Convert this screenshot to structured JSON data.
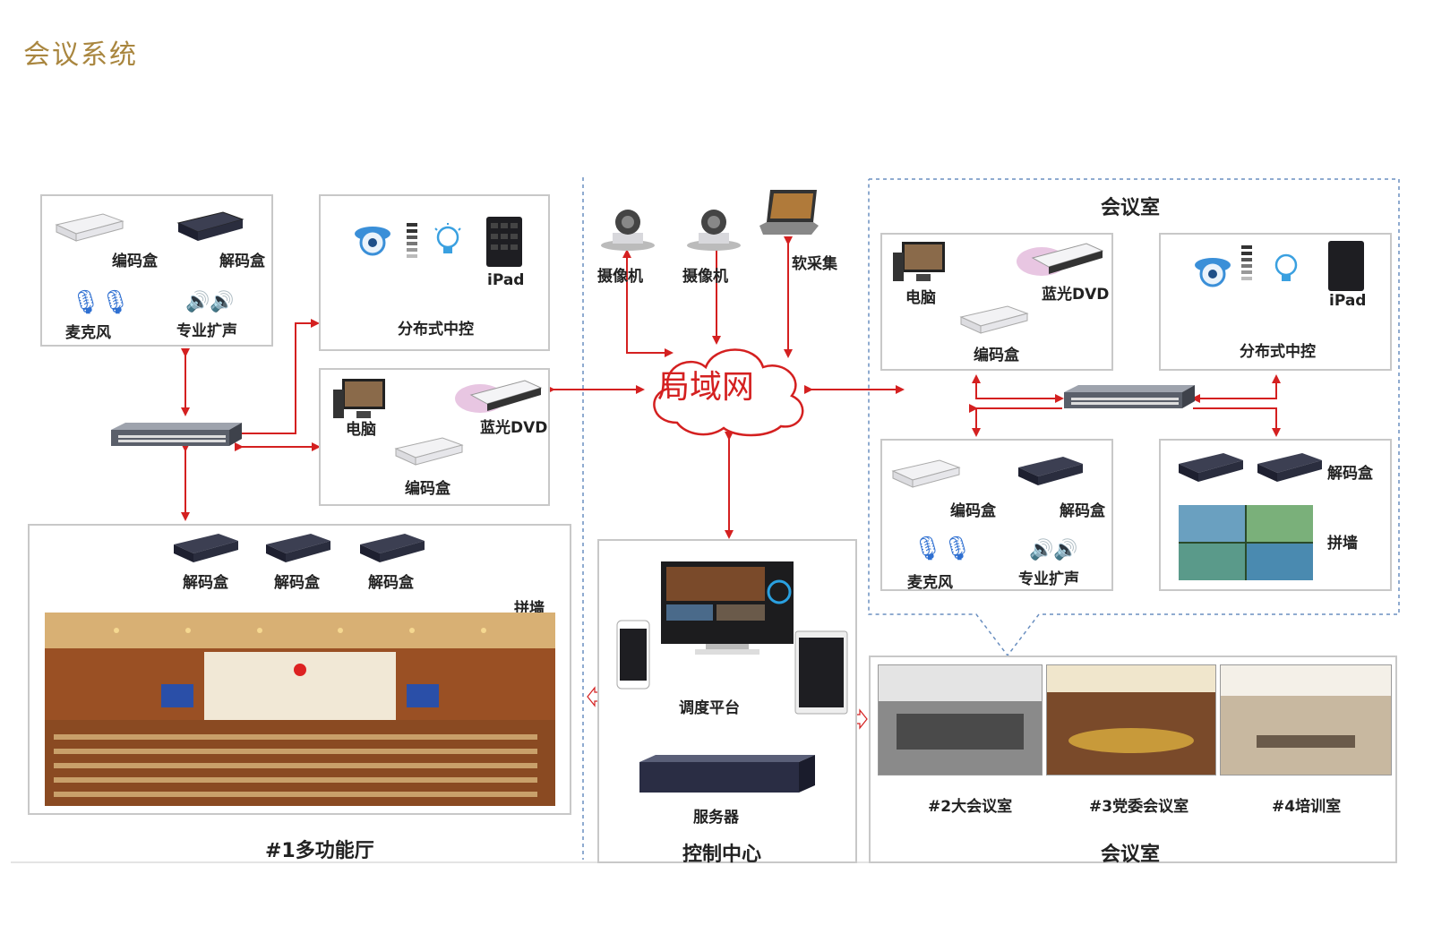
{
  "title": "会议系统",
  "left_top": {
    "encoder": "编码盒",
    "decoder": "解码盒",
    "mic": "麦克风",
    "speaker": "专业扩声"
  },
  "dist_control": {
    "label": "分布式中控",
    "ipad": "iPad"
  },
  "left_mid": {
    "pc": "电脑",
    "dvd": "蓝光DVD",
    "encoder": "编码盒"
  },
  "hall": {
    "decoders": [
      "解码盒",
      "解码盒",
      "解码盒"
    ],
    "wall": "拼墙",
    "name": "#1多功能厅"
  },
  "center": {
    "camera1": "摄像机",
    "camera2": "摄像机",
    "soft_capture": "软采集",
    "lan": "局域网",
    "dispatch": "调度平台",
    "server": "服务器",
    "control_center": "控制中心"
  },
  "right": {
    "title": "会议室",
    "pc": "电脑",
    "dvd": "蓝光DVD",
    "encoder": "编码盒",
    "dist_control": "分布式中控",
    "ipad": "iPad",
    "encoder2": "编码盒",
    "decoder2": "解码盒",
    "mic": "麦克风",
    "speaker": "专业扩声",
    "decoder3": "解码盒",
    "wall": "拼墙",
    "rooms": [
      "#2大会议室",
      "#3党委会议室",
      "#4培训室"
    ],
    "bottom_title": "会议室"
  },
  "colors": {
    "arrow": "#d42020",
    "title": "#a9863f",
    "panel_border": "#c8c8c8",
    "dashed": "#6a8fc0"
  }
}
